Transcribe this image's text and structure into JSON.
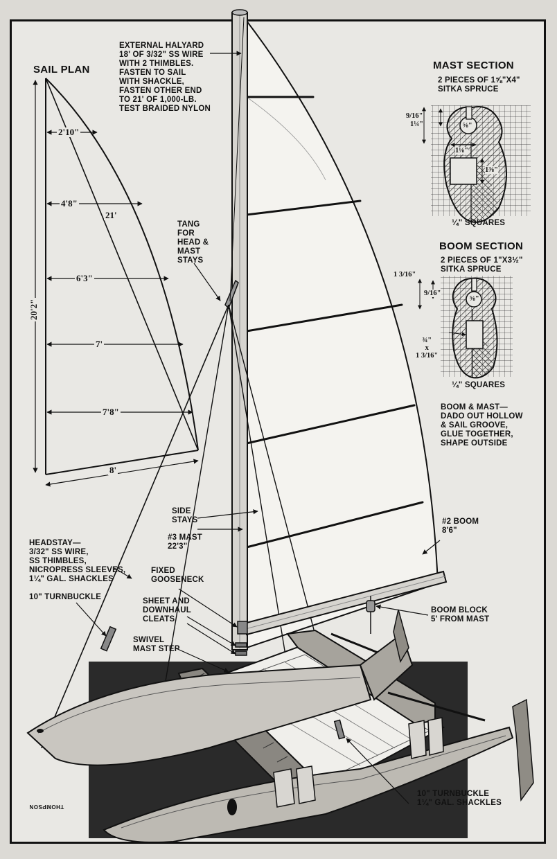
{
  "sail_plan": {
    "title": "SAIL PLAN",
    "dims": {
      "d1": "2'10\"",
      "d2": "4'8\"",
      "d3": "6'3\"",
      "d4": "7'",
      "d5": "7'8\"",
      "foot": "8'",
      "luff": "20'2\"",
      "leech": "21'"
    }
  },
  "callouts": {
    "halyard": "EXTERNAL HALYARD\n18' OF 3/32\" SS WIRE\nWITH 2 THIMBLES.\nFASTEN TO SAIL\nWITH SHACKLE,\nFASTEN OTHER END\nTO 21' OF 1,000-LB.\nTEST BRAIDED NYLON",
    "tang": "TANG\nFOR\nHEAD &\nMAST\nSTAYS",
    "side_stays": "SIDE\nSTAYS",
    "mast": "#3 MAST\n22'3\"",
    "headstay": "HEADSTAY—\n3/32\" SS WIRE,\nSS THIMBLES,\nNICROPRESS SLEEVES,\n1¼\" GAL. SHACKLES",
    "turnbuckle_top": "10\" TURNBUCKLE",
    "gooseneck": "FIXED\nGOOSENECK",
    "cleats": "SHEET AND\nDOWNHAUL\nCLEATS",
    "mast_step": "SWIVEL\nMAST STEP",
    "boom": "#2 BOOM\n8'6\"",
    "boom_block": "BOOM BLOCK\n5' FROM MAST",
    "turnbuckle_bottom": "10\" TURNBUCKLE\n1¼\" GAL. SHACKLES"
  },
  "mast_section": {
    "title": "MAST SECTION",
    "note": "2 PIECES OF 1⅝\"x4\"\nSITKA SPRUCE",
    "dim_a": "9/16\"",
    "dim_b": "1¼\"",
    "dim_c": "⅝\"",
    "dim_d": "1⅛\"",
    "dim_e": "1⅜\"",
    "squares": "¼\" SQUARES"
  },
  "boom_section": {
    "title": "BOOM SECTION",
    "note": "2 PIECES OF 1\"x3½\"\nSITKA SPRUCE",
    "dim_a": "1 3/16\"",
    "dim_b": "9/16\"",
    "dim_c": "⅝\"",
    "dim_d": "¾\"\nx\n1 3/16\"",
    "squares": "¼\" SQUARES",
    "note2": "BOOM & MAST—\nDADO OUT HOLLOW\n& SAIL GROOVE,\nGLUE TOGETHER,\nSHAPE OUTSIDE"
  },
  "signature": "THOMPSON",
  "colors": {
    "ink": "#111111",
    "paper": "#e9e8e4",
    "dark_panel": "#2a2a2a"
  }
}
